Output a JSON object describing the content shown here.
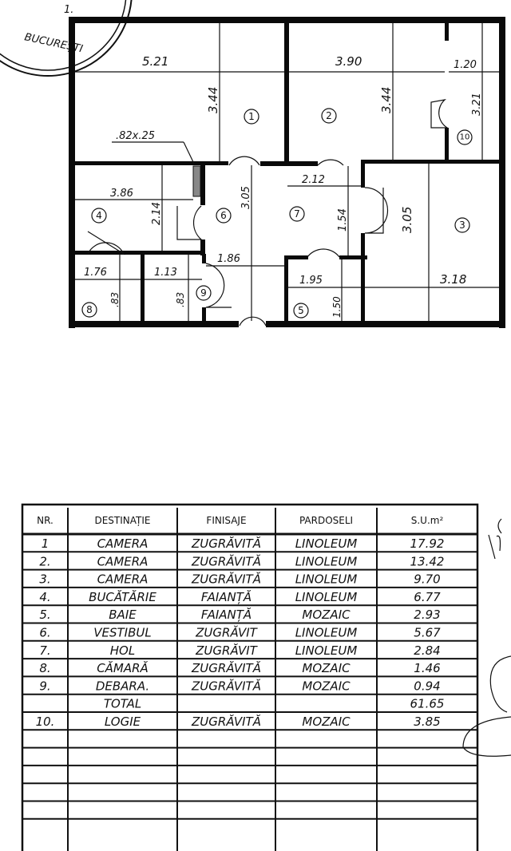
{
  "stamp": {
    "city": "BUCUREȘTI",
    "number": "1."
  },
  "plan": {
    "rooms": [
      "1",
      "2",
      "3",
      "4",
      "5",
      "6",
      "7",
      "8",
      "9",
      "10"
    ],
    "dimensions": {
      "r1_width": "5.21",
      "r1_depth": "3.44",
      "r2_width": "3.90",
      "r2_depth": "3.44",
      "r10_width": "1.20",
      "r10_depth": "3.21",
      "duct": ".82x.25",
      "r4_width": "3.86",
      "r4_depth": "2.14",
      "r6_depth": "3.05",
      "r6_width": "1.86",
      "r7_width": "2.12",
      "r7_depth": "1.54",
      "r3_depth": "3.05",
      "r3_width": "3.18",
      "r8_width": "1.76",
      "r8_depth": ".83",
      "r9_width": "1.13",
      "r9_depth": ".83",
      "r5_width": "1.95",
      "r5_depth": "1.50"
    }
  },
  "table": {
    "headers": [
      "NR.",
      "DESTINAȚIE",
      "FINISAJE",
      "PARDOSELI",
      "S.U.m²"
    ],
    "rows": [
      [
        "1",
        "CAMERA",
        "ZUGRĂVITĂ",
        "LINOLEUM",
        "17.92"
      ],
      [
        "2.",
        "CAMERA",
        "ZUGRĂVITĂ",
        "LINOLEUM",
        "13.42"
      ],
      [
        "3.",
        "CAMERA",
        "ZUGRĂVITĂ",
        "LINOLEUM",
        "9.70"
      ],
      [
        "4.",
        "BUCĂTĂRIE",
        "FAIANȚĂ",
        "LINOLEUM",
        "6.77"
      ],
      [
        "5.",
        "BAIE",
        "FAIANȚĂ",
        "MOZAIC",
        "2.93"
      ],
      [
        "6.",
        "VESTIBUL",
        "ZUGRĂVIT",
        "LINOLEUM",
        "5.67"
      ],
      [
        "7.",
        "HOL",
        "ZUGRĂVIT",
        "LINOLEUM",
        "2.84"
      ],
      [
        "8.",
        "CĂMARĂ",
        "ZUGRĂVITĂ",
        "MOZAIC",
        "1.46"
      ],
      [
        "9.",
        "DEBARA.",
        "ZUGRĂVITĂ",
        "MOZAIC",
        "0.94"
      ],
      [
        "",
        "TOTAL",
        "",
        "",
        "61.65"
      ],
      [
        "10.",
        "LOGIE",
        "ZUGRĂVITĂ",
        "MOZAIC",
        "3.85"
      ]
    ]
  }
}
